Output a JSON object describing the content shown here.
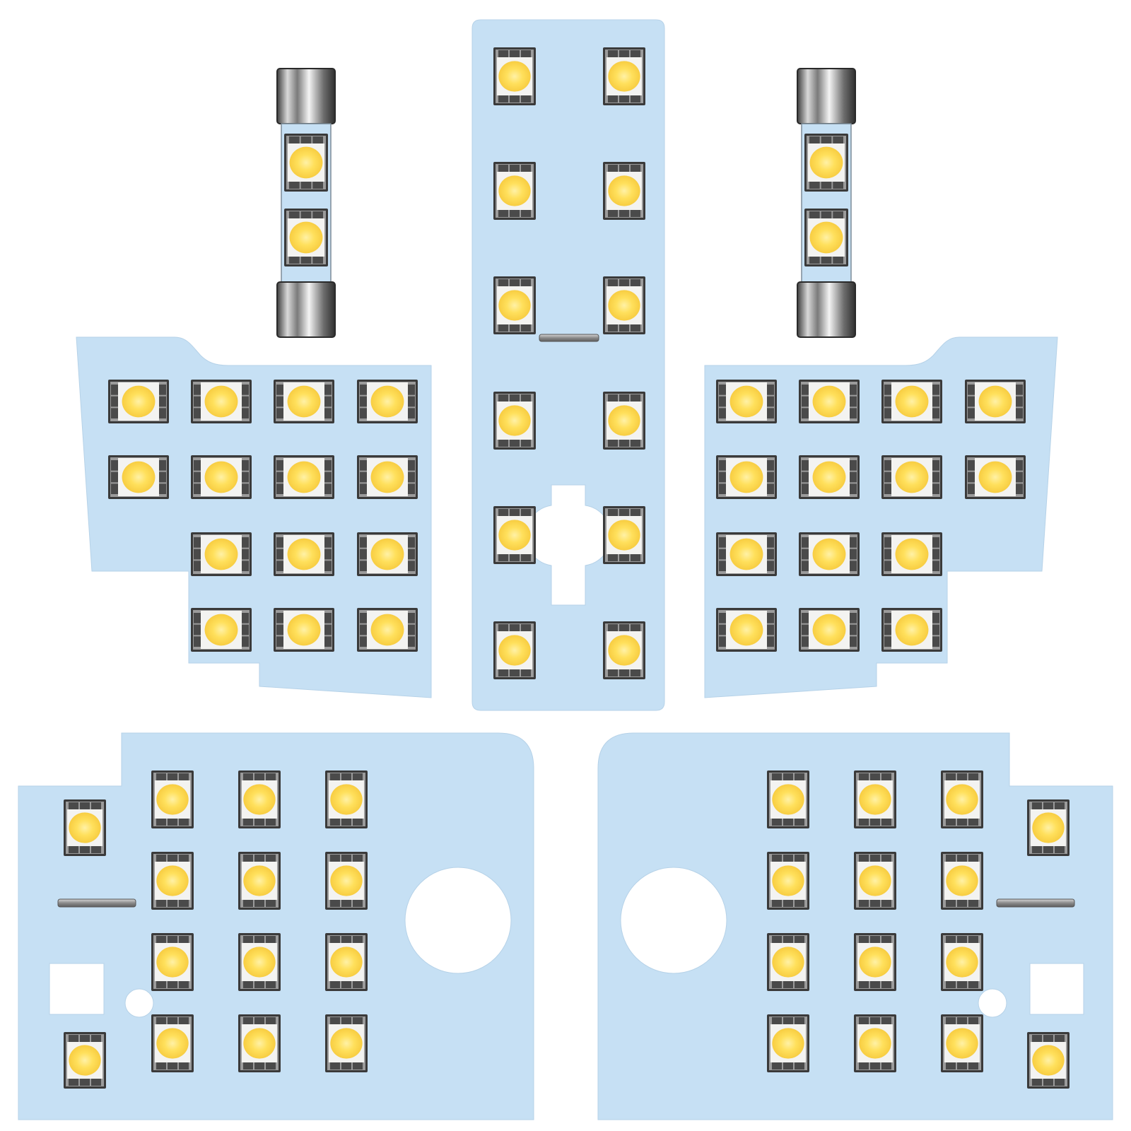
{
  "colors": {
    "background": "#ffffff",
    "pcb": "#c6e0f4",
    "pcb_edge": "#b6d2e8",
    "led_frame": "#3a3a3a",
    "led_housing": "#f3f3f1",
    "led_glow": "#ffd84a",
    "led_glow_center": "#fff1a6",
    "fuse_metal": "#9a9a9a",
    "resistor": "#a4a4a4"
  },
  "icons": {
    "led_chip": "smd-5050-led-icon",
    "fuse_bulb": "festoon-bulb-icon",
    "resistor": "resistor-icon"
  },
  "panels": [
    {
      "name": "center-strip",
      "led_count": 12
    },
    {
      "name": "upper-left",
      "led_count": 14
    },
    {
      "name": "upper-right",
      "led_count": 14
    },
    {
      "name": "lower-left",
      "led_count": 14
    },
    {
      "name": "lower-right",
      "led_count": 14
    },
    {
      "name": "festoon-left",
      "led_count": 2
    },
    {
      "name": "festoon-right",
      "led_count": 2
    }
  ]
}
